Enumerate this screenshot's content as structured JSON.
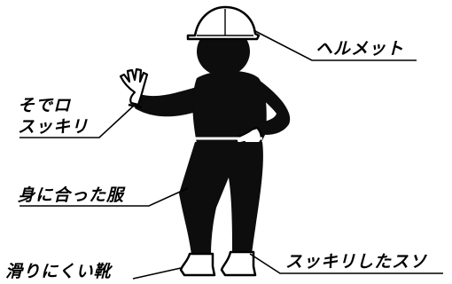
{
  "labels": {
    "helmet": "ヘルメット",
    "sleeve_line1": "そでロ",
    "sleeve_line2": "スッキリ",
    "clothes": "身に合った服",
    "hem": "スッキリしたスソ",
    "shoes": "滑りにくい靴"
  },
  "colors": {
    "figure": "#0d0d0d",
    "outline": "#000000",
    "background": "#ffffff"
  }
}
